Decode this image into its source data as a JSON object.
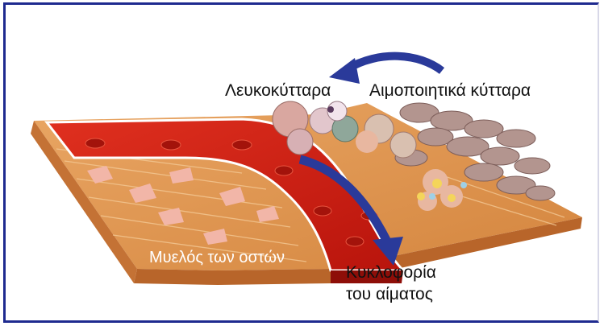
{
  "labels": {
    "leukocytes": "Λευκοκύτταρα",
    "hematopoietic_cells": "Αιμοποιητικά κύτταρα",
    "bone_marrow": "Μυελός των οστών",
    "blood_circulation_line1": "Κυκλοφορία",
    "blood_circulation_line2": "του αίματος"
  },
  "colors": {
    "frame": "#1e2a8f",
    "bone": "#d98d4a",
    "blood_vessel": "#cc1f14",
    "arrow": "#2a3a9a",
    "marrow_cells": "#b89a96"
  }
}
